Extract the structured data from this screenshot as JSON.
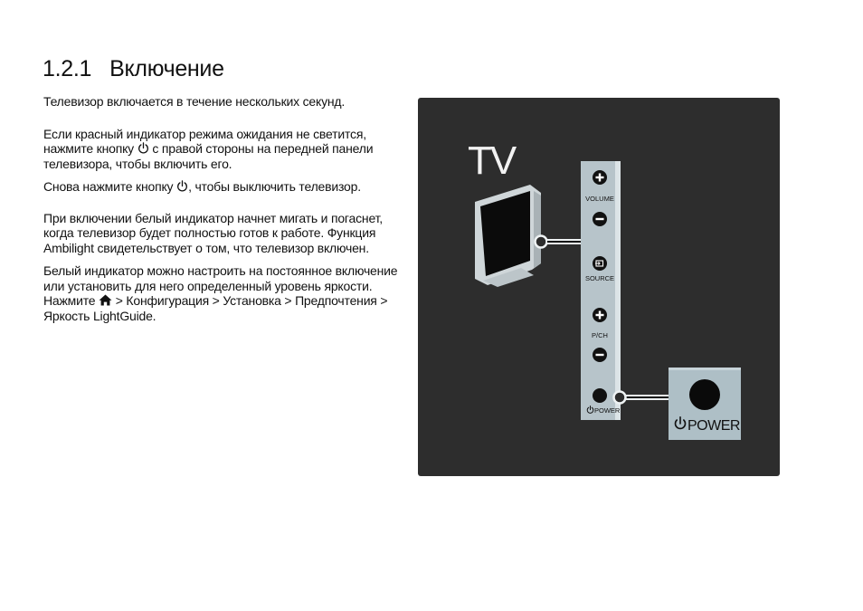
{
  "heading": {
    "number": "1.2.1",
    "title": "Включение"
  },
  "text": {
    "p1": "Телевизор включается в течение нескольких секунд.",
    "p2_a": "Если красный индикатор режима ожидания не светится, нажмите кнопку",
    "p2_b": "с правой стороны на передней панели телевизора, чтобы включить его.",
    "p3_a": "Снова нажмите кнопку",
    "p3_b": ", чтобы выключить телевизор.",
    "p4": "При включении белый индикатор начнет мигать и погаснет, когда телевизор будет полностью готов к работе. Функция Ambilight свидетельствует о том, что телевизор включен.",
    "p5_a": "Белый индикатор можно настроить на постоянное включение или установить для него определенный уровень яркости. Нажмите",
    "p5_b": "> Конфигурация > Установка > Предпочтения > Яркость LightGuide."
  },
  "illustration": {
    "tv_label": "TV",
    "volume_label": "VOLUME",
    "source_label": "SOURCE",
    "pch_label": "P/CH",
    "power_small_label": "POWER",
    "power_big_label": "POWER",
    "icons": [
      "power-icon",
      "home-icon",
      "plus-icon",
      "minus-icon",
      "source-icon"
    ],
    "colors": {
      "background": "#2d2d2d",
      "panel": "#b7c4ca",
      "power_box": "#aebfc6"
    }
  }
}
